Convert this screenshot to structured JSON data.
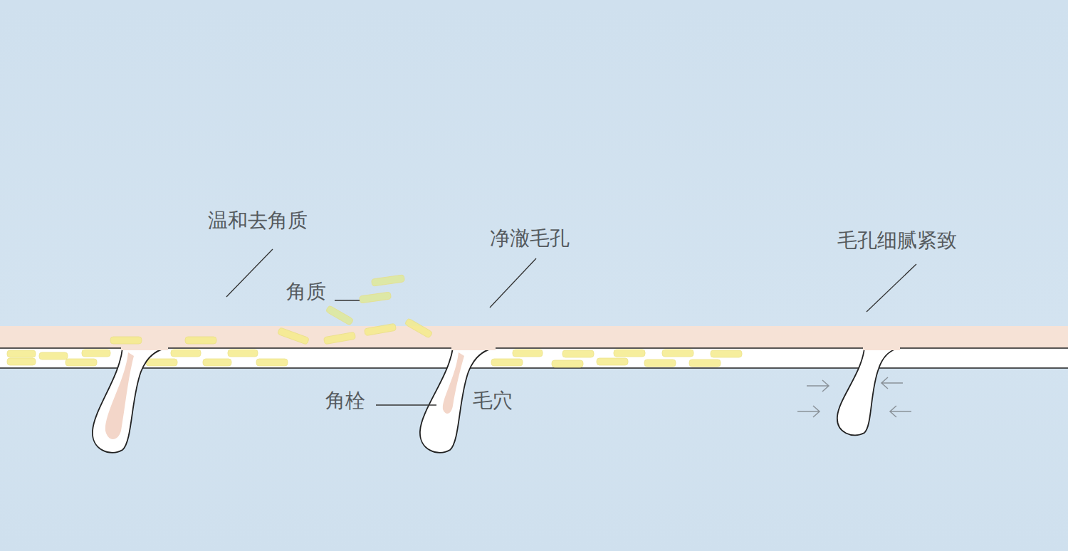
{
  "diagram": {
    "labels": [
      "温和去角质",
      "角质",
      "净澈毛孔",
      "毛孔细腻紧致",
      "角栓",
      "毛穴"
    ]
  }
}
